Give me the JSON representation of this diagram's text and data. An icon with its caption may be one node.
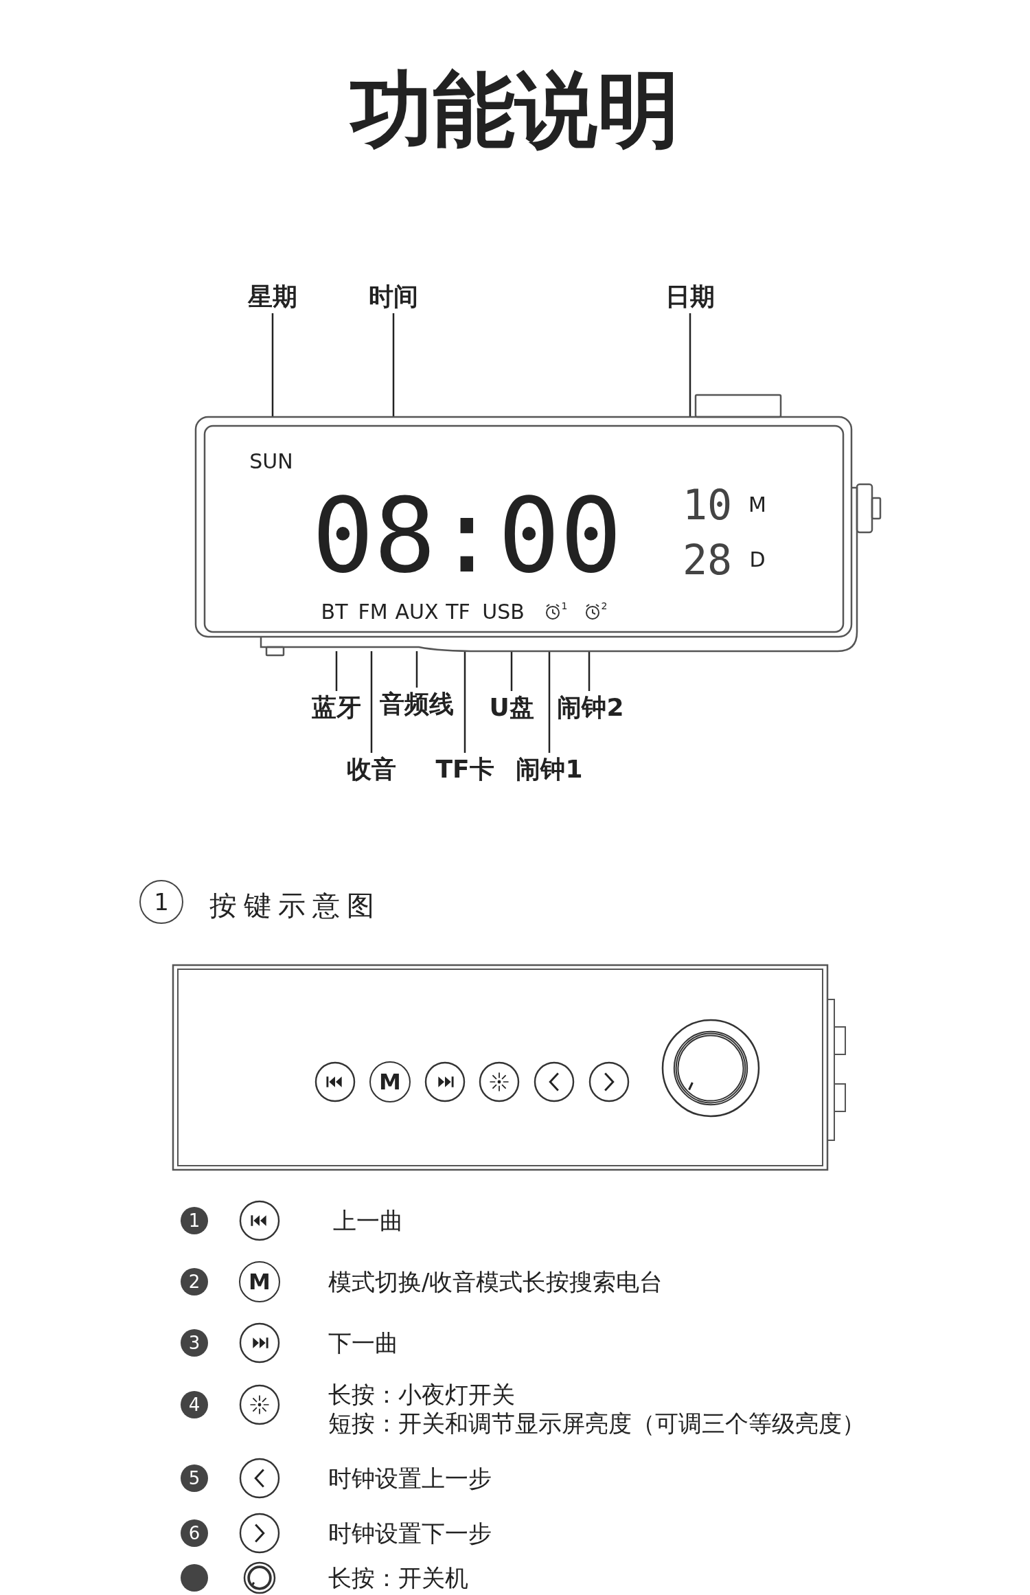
{
  "diagram": {
    "title": "功能说明",
    "nodes": [
      {
        "text": [
          "星期"
        ]
      },
      {
        "text": [
          "时间"
        ]
      },
      {
        "text": [
          "日期"
        ]
      },
      {
        "text": [
          "蓝牙"
        ]
      },
      {
        "text": [
          "收音"
        ]
      },
      {
        "text": [
          "音频线"
        ]
      },
      {
        "text": [
          "TF卡"
        ]
      },
      {
        "text": [
          "U盘"
        ]
      },
      {
        "text": [
          "闹钟1"
        ]
      },
      {
        "text": [
          "闹钟2"
        ]
      },
      {
        "text": [],
        "shape": "picture"
      }
    ],
    "edges": [
      {
        "from": 0,
        "to": 10,
        "arrow": "none"
      },
      {
        "from": 1,
        "to": 10,
        "arrow": "none"
      },
      {
        "from": 2,
        "to": 10,
        "arrow": "none"
      },
      {
        "from": 3,
        "to": 10,
        "arrow": "none"
      },
      {
        "from": 4,
        "to": 10,
        "arrow": "none"
      },
      {
        "from": 5,
        "to": 10,
        "arrow": "none"
      },
      {
        "from": 6,
        "to": 10,
        "arrow": "none"
      },
      {
        "from": 7,
        "to": 10,
        "arrow": "none"
      },
      {
        "from": 8,
        "to": 10,
        "arrow": "none"
      },
      {
        "from": 9,
        "to": 10,
        "arrow": "none"
      }
    ],
    "labels": [
      "SUN",
      "08:00",
      "10",
      "M",
      "28",
      "D",
      "BT",
      "FM",
      "AUX",
      "TF",
      "USB",
      "1",
      "2",
      "1",
      "按键示意图",
      "M",
      "1",
      "上一曲",
      "2",
      "M",
      "模式切换/收音模式长按搜索电台",
      "3",
      "下一曲",
      "4",
      "长按：小夜灯开关",
      "短按：开关和调节显示屏亮度（可调三个等级亮度）",
      "5",
      "时钟设置上一步",
      "6",
      "时钟设置下一步",
      "长按：开关机"
    ]
  }
}
